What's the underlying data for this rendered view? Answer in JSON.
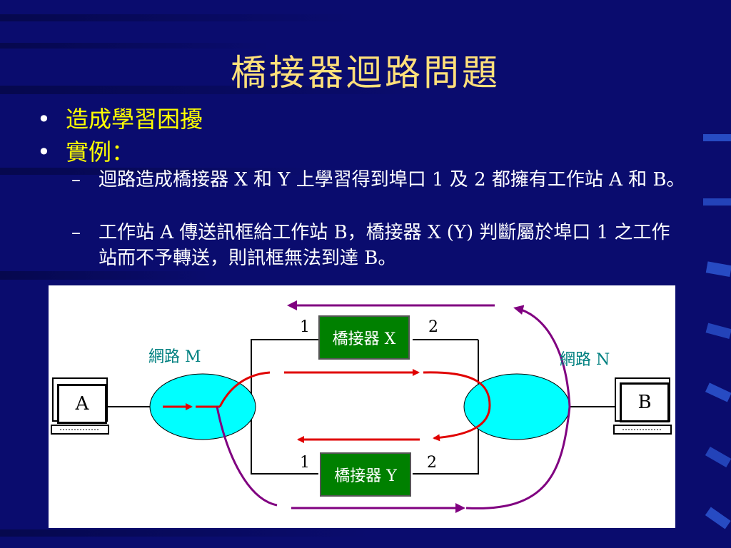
{
  "slide": {
    "title": "橋接器迴路問題",
    "bullets": [
      {
        "text": "造成學習困擾"
      },
      {
        "text": "實例："
      }
    ],
    "subbullets": [
      {
        "dash": "–",
        "text": "迴路造成橋接器 X 和 Y 上學習得到埠口 1 及 2 都擁有工作站 A 和 B。"
      },
      {
        "dash": "–",
        "text": "工作站 A 傳送訊框給工作站 B，橋接器 X (Y) 判斷屬於埠口 1 之工作站而不予轉送，則訊框無法到達 B。"
      }
    ]
  },
  "diagram": {
    "network_m": "網路 M",
    "network_n": "網路 N",
    "bridge_x": "橋接器 X",
    "bridge_y": "橋接器 Y",
    "port_x1": "1",
    "port_x2": "2",
    "port_y1": "1",
    "port_y2": "2",
    "station_a": "A",
    "station_b": "B"
  },
  "colors": {
    "background": "#0a0c6e",
    "title": "#ffe07a",
    "bullet": "#ffff00",
    "network": "#00ffff",
    "bridge": "#008000",
    "red_arrow": "#e00000",
    "purple_arrow": "#800080"
  }
}
